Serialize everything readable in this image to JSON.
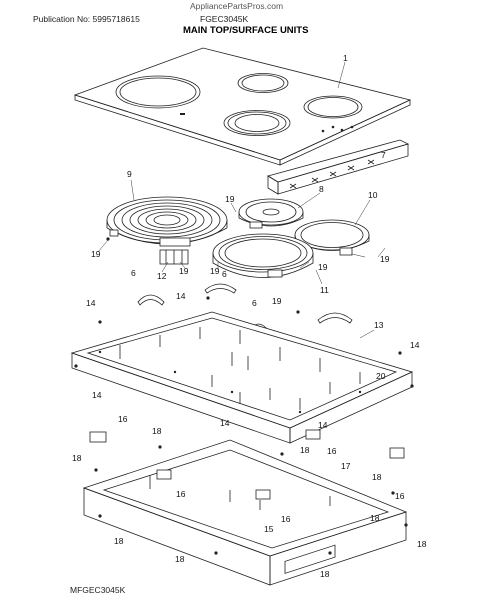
{
  "header": {
    "site": "AppliancePartsPros.com",
    "publication": "Publication No: 5995718615",
    "model": "FGEC3045K",
    "section_title": "MAIN TOP/SURFACE UNITS"
  },
  "footer": {
    "diagram_code": "MFGEC3045K"
  },
  "callouts": {
    "c1": "1",
    "c6a": "6",
    "c6b": "6",
    "c6c": "6",
    "c7": "7",
    "c8": "8",
    "c9": "9",
    "c10": "10",
    "c11": "11",
    "c12": "12",
    "c13": "13",
    "c14a": "14",
    "c14b": "14",
    "c14c": "14",
    "c14d": "14",
    "c14e": "14",
    "c14f": "14",
    "c15": "15",
    "c16a": "16",
    "c16b": "16",
    "c16c": "16",
    "c16d": "16",
    "c16e": "16",
    "c17": "17",
    "c18a": "18",
    "c18b": "18",
    "c18c": "18",
    "c18d": "18",
    "c18e": "18",
    "c18f": "18",
    "c18g": "18",
    "c18h": "18",
    "c18i": "18",
    "c19a": "19",
    "c19b": "19",
    "c19c": "19",
    "c19d": "19",
    "c19e": "19",
    "c19f": "19",
    "c19g": "19",
    "c20": "20"
  }
}
